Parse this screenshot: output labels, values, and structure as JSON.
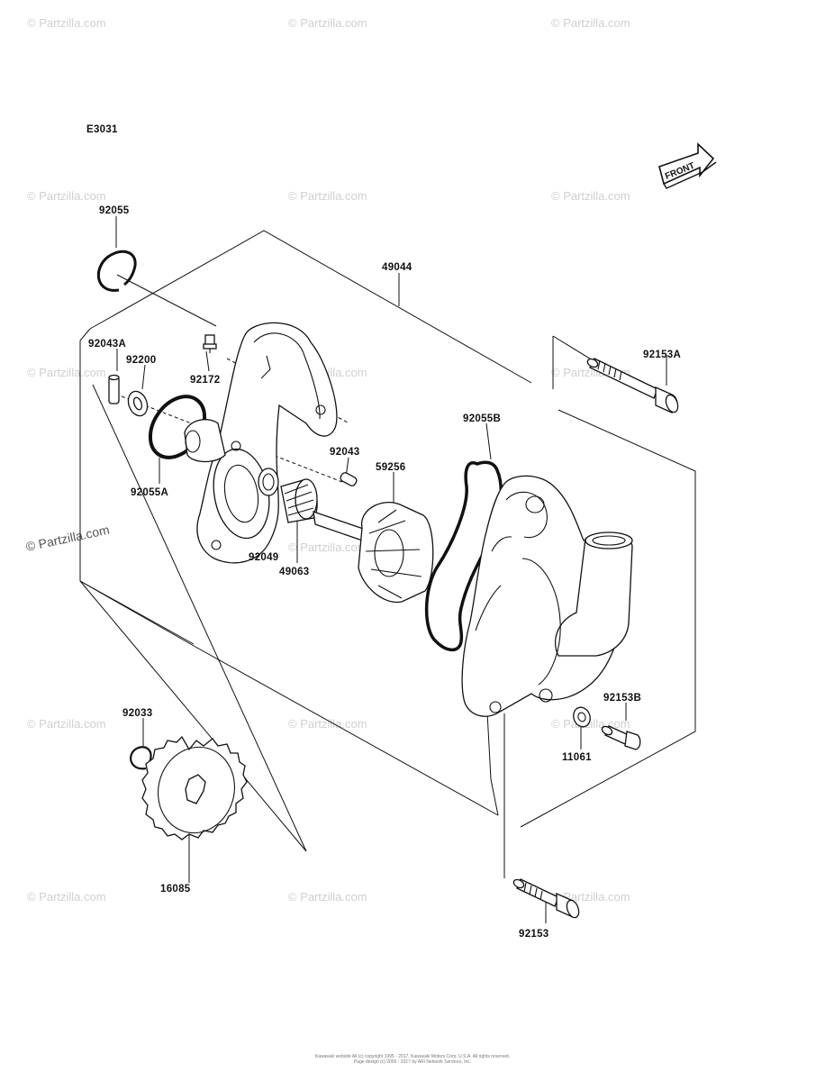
{
  "diagram_code": "E3031",
  "front_label": "FRONT",
  "watermark": "© Partzilla.com",
  "footer": {
    "line1": "Kawasaki website All (c) copyright 1995 - 2017, Kawasaki Motors Corp. U.S.A. All rights reserved.",
    "line2": "Page design (c) 2000 - 2017 by ARI Network Services, Inc."
  },
  "parts": {
    "p92055": "92055",
    "p49044": "49044",
    "p92043A": "92043A",
    "p92200": "92200",
    "p92172": "92172",
    "p92153A": "92153A",
    "p92055B": "92055B",
    "p92043": "92043",
    "p59256": "59256",
    "p92055A": "92055A",
    "p92049": "92049",
    "p49063": "49063",
    "p92153B": "92153B",
    "p92033": "92033",
    "p11061": "11061",
    "p16085": "16085",
    "p92153": "92153"
  }
}
